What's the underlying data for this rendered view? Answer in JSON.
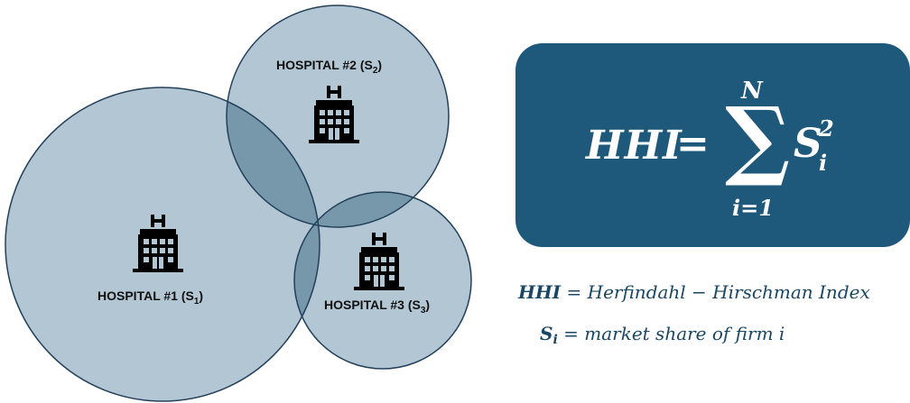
{
  "hospitals": [
    {
      "id": 1,
      "name": "HOSPITAL #1 (S",
      "sub": "1",
      "close": ")",
      "icon": "hospital-building-icon"
    },
    {
      "id": 2,
      "name": "HOSPITAL #2 (S",
      "sub": "2",
      "close": ")",
      "icon": "hospital-building-icon"
    },
    {
      "id": 3,
      "name": "HOSPITAL #3 (S",
      "sub": "3",
      "close": ")",
      "icon": "hospital-building-icon"
    }
  ],
  "formula": {
    "lhs": "HHI",
    "equals": "=",
    "sigma": "∑",
    "upper_limit": "N",
    "lower_limit": "i=1",
    "term": "S",
    "exponent": "2",
    "subscript": "i"
  },
  "definitions": {
    "hhi_symbol": "HHI",
    "hhi_text": " = Herfindahl − Hirschman Index",
    "s_symbol": "S",
    "s_subscript": "i",
    "s_text": " = market share of firm i"
  },
  "colors": {
    "circle_fill": "#b3c6d3",
    "circle_stroke": "#23405a",
    "overlap_fill": "#7797ab",
    "formula_box": "#1e587a",
    "definition_text": "#1a4763"
  }
}
